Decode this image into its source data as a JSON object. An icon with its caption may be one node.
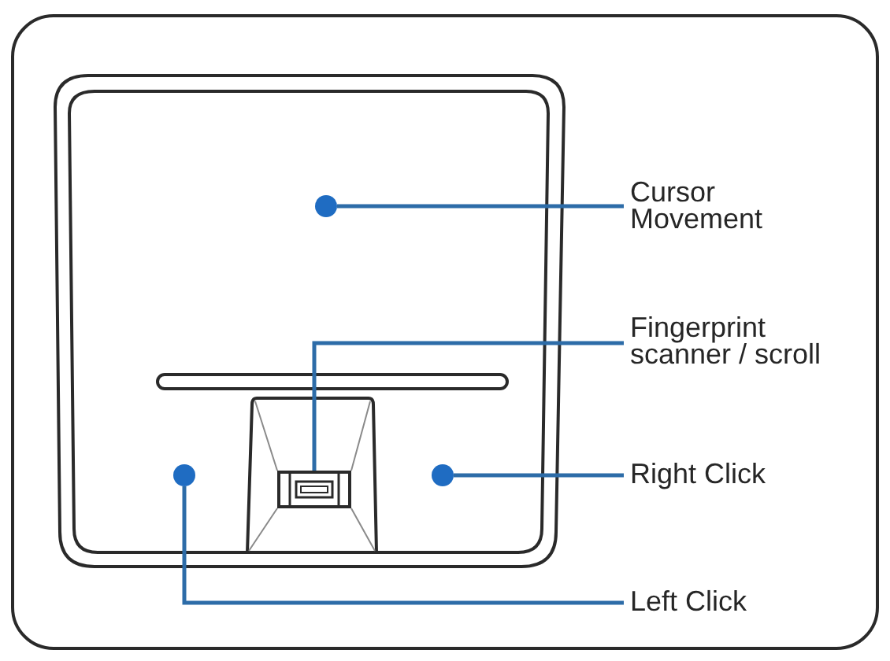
{
  "diagram": {
    "nodes": [
      {
        "text": [
          "Cursor Movement"
        ]
      },
      {
        "text": [],
        "shape": "circle"
      },
      {
        "text": [
          "Fingerprint scanner / scroll"
        ]
      },
      {
        "text": [],
        "shape": "box"
      },
      {
        "text": [
          "Right Click"
        ]
      },
      {
        "text": [],
        "shape": "circle"
      },
      {
        "text": [
          "Left Click"
        ]
      },
      {
        "text": [],
        "shape": "circle"
      }
    ],
    "edges": [
      {
        "from": 0,
        "to": 1,
        "arrow": "none"
      },
      {
        "from": 2,
        "to": 3,
        "arrow": "none"
      },
      {
        "from": 4,
        "to": 5,
        "arrow": "none"
      },
      {
        "from": 6,
        "to": 7,
        "arrow": "none"
      }
    ]
  }
}
